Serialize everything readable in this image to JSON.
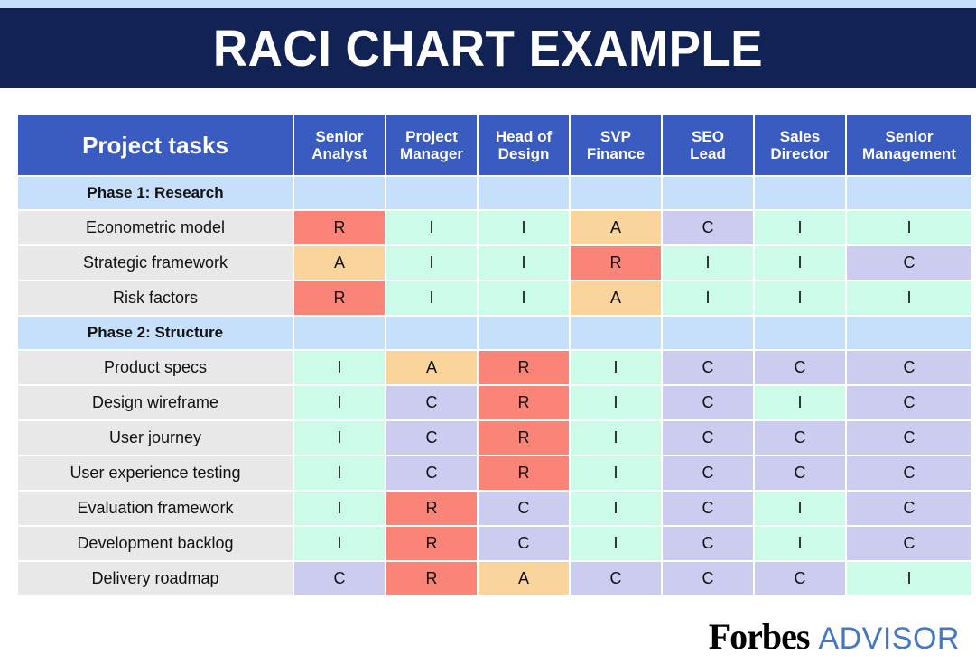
{
  "banner": {
    "title": "RACI CHART EXAMPLE",
    "background_color": "#112255",
    "strip_color": "#c6e0fb"
  },
  "legend_colors": {
    "R": "#f98477",
    "A": "#fad49b",
    "C": "#ccccf0",
    "I": "#ccfbe7",
    "phase_row": "#c6e0fb",
    "task_label": "#e8e8e8",
    "header": "#3a5bbf"
  },
  "table": {
    "first_column_header": "Project tasks",
    "role_columns": [
      {
        "line1": "Senior",
        "line2": "Analyst"
      },
      {
        "line1": "Project",
        "line2": "Manager"
      },
      {
        "line1": "Head of",
        "line2": "Design"
      },
      {
        "line1": "SVP",
        "line2": "Finance"
      },
      {
        "line1": "SEO",
        "line2": "Lead"
      },
      {
        "line1": "Sales",
        "line2": "Director"
      },
      {
        "line1": "Senior",
        "line2": "Management"
      }
    ],
    "rows": [
      {
        "type": "phase",
        "label": "Phase 1: Research",
        "values": [
          "",
          "",
          "",
          "",
          "",
          "",
          ""
        ]
      },
      {
        "type": "task",
        "label": "Econometric model",
        "values": [
          "R",
          "I",
          "I",
          "A",
          "C",
          "I",
          "I"
        ]
      },
      {
        "type": "task",
        "label": "Strategic framework",
        "values": [
          "A",
          "I",
          "I",
          "R",
          "I",
          "I",
          "C"
        ]
      },
      {
        "type": "task",
        "label": "Risk factors",
        "values": [
          "R",
          "I",
          "I",
          "A",
          "I",
          "I",
          "I"
        ]
      },
      {
        "type": "phase",
        "label": "Phase 2: Structure",
        "values": [
          "",
          "",
          "",
          "",
          "",
          "",
          ""
        ]
      },
      {
        "type": "task",
        "label": "Product specs",
        "values": [
          "I",
          "A",
          "R",
          "I",
          "C",
          "C",
          "C"
        ]
      },
      {
        "type": "task",
        "label": "Design wireframe",
        "values": [
          "I",
          "C",
          "R",
          "I",
          "C",
          "I",
          "C"
        ]
      },
      {
        "type": "task",
        "label": "User journey",
        "values": [
          "I",
          "C",
          "R",
          "I",
          "C",
          "C",
          "C"
        ]
      },
      {
        "type": "task",
        "label": "User experience testing",
        "values": [
          "I",
          "C",
          "R",
          "I",
          "C",
          "C",
          "C"
        ]
      },
      {
        "type": "task",
        "label": "Evaluation framework",
        "values": [
          "I",
          "R",
          "C",
          "I",
          "C",
          "I",
          "C"
        ]
      },
      {
        "type": "task",
        "label": "Development backlog",
        "values": [
          "I",
          "R",
          "C",
          "I",
          "C",
          "I",
          "C"
        ]
      },
      {
        "type": "task",
        "label": "Delivery roadmap",
        "values": [
          "C",
          "R",
          "A",
          "C",
          "C",
          "C",
          "I"
        ]
      }
    ]
  },
  "logo": {
    "forbes": "Forbes",
    "advisor": "ADVISOR",
    "advisor_color": "#4578c4"
  }
}
